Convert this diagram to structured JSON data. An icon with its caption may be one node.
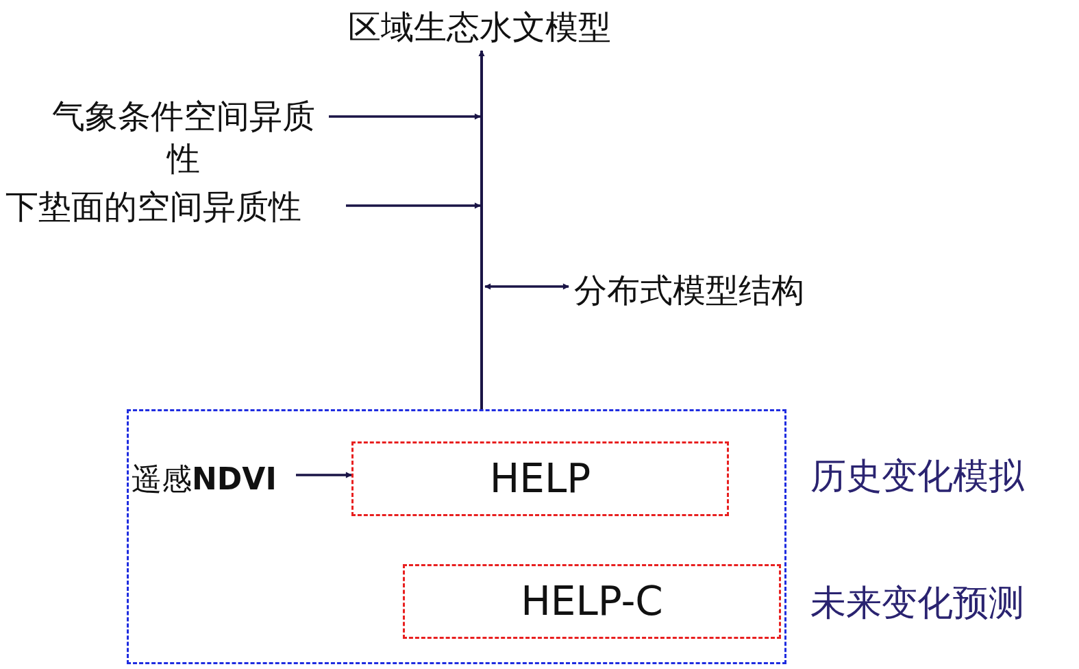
{
  "diagram": {
    "nodes": [
      {
        "text": [
          "区域生态水文模型"
        ]
      },
      {
        "text": [
          "气象条件空间异质性"
        ]
      },
      {
        "text": [
          "下垫面的空间异质性"
        ]
      },
      {
        "text": [
          "分布式模型结构"
        ]
      },
      {
        "text": [],
        "shape": "box"
      },
      {
        "text": [
          "遥感**NDVI**"
        ],
        "in": 4
      },
      {
        "text": [
          "HELP"
        ],
        "in": 4
      },
      {
        "text": [
          "HELP-C"
        ],
        "in": 4
      }
    ],
    "edges": [
      {
        "from": 4,
        "to": 0,
        "arrow": "to"
      },
      {
        "from": 1,
        "to": null,
        "arrow": "to"
      },
      {
        "from": 2,
        "to": null,
        "arrow": "to"
      },
      {
        "from": null,
        "to": 3,
        "arrow": "both"
      },
      {
        "from": 5,
        "to": 6,
        "arrow": "to"
      }
    ],
    "labels": [
      "历史变化模拟",
      "未来变化预测"
    ]
  }
}
